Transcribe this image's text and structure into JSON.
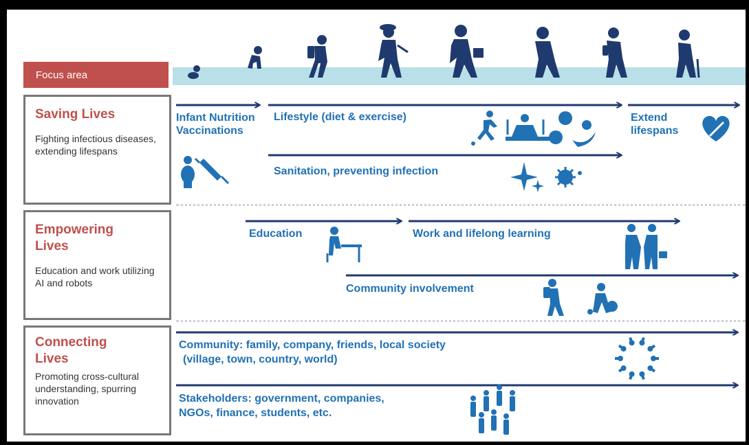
{
  "focus_area": {
    "label": "Focus area"
  },
  "rows": [
    {
      "title": "Saving Lives",
      "description": "Fighting infectious diseases, extending lifespans"
    },
    {
      "title": "Empowering Lives",
      "description": "Education and work utilizing AI and robots"
    },
    {
      "title": "Connecting Lives",
      "description": "Promoting cross-cultural understanding, spurring innovation"
    }
  ],
  "saving": {
    "infant": "Infant Nutrition Vaccinations",
    "lifestyle": "Lifestyle (diet & exercise)",
    "sanitation": "Sanitation, preventing infection",
    "extend": "Extend lifespans"
  },
  "empowering": {
    "education": "Education",
    "work": "Work and lifelong learning",
    "community": "Community involvement"
  },
  "connecting": {
    "community": "Community: family, company, friends, local society",
    "community_2": "(village, town, country, world)",
    "stakeholders": "Stakeholders: government, companies,",
    "stakeholders_2": "NGOs, finance, students, etc."
  },
  "colors": {
    "red": "#c0504d",
    "blue": "#2171b5",
    "navy": "#1f3a6e",
    "light_blue": "#b9dfe9"
  },
  "icons": [
    "baby-icon",
    "crawling-child-icon",
    "student-icon",
    "young-adult-icon",
    "worker-icon",
    "middle-aged-icon",
    "elder-icon",
    "elder-with-cane-icon"
  ]
}
